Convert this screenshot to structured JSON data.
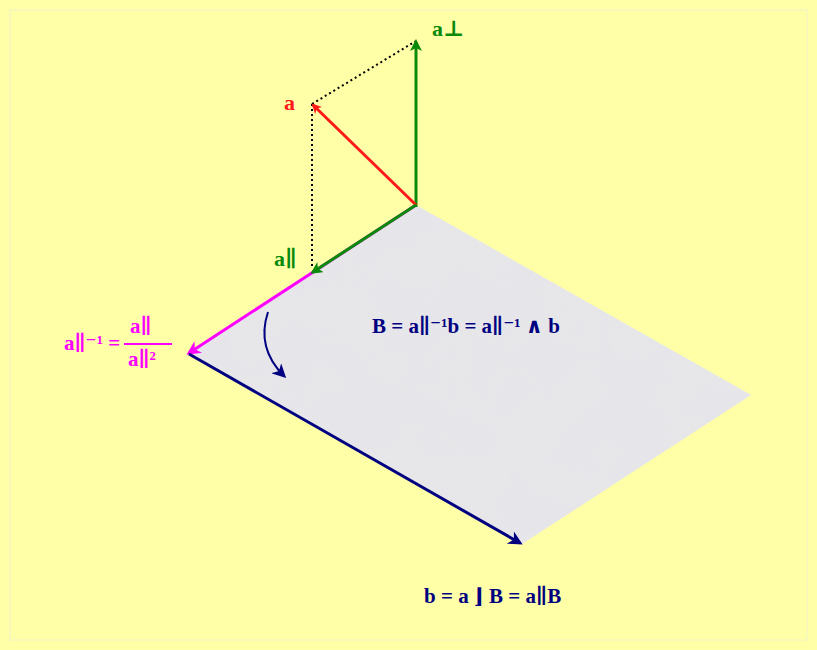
{
  "diagram": {
    "labels": [
      "a",
      "a⊥",
      "a∥",
      "a∥⁻¹ =",
      "a∥",
      "a∥²",
      "B = a∥⁻¹b = a∥⁻¹ ∧ b",
      "b = a ⌋ B = a∥B"
    ]
  }
}
